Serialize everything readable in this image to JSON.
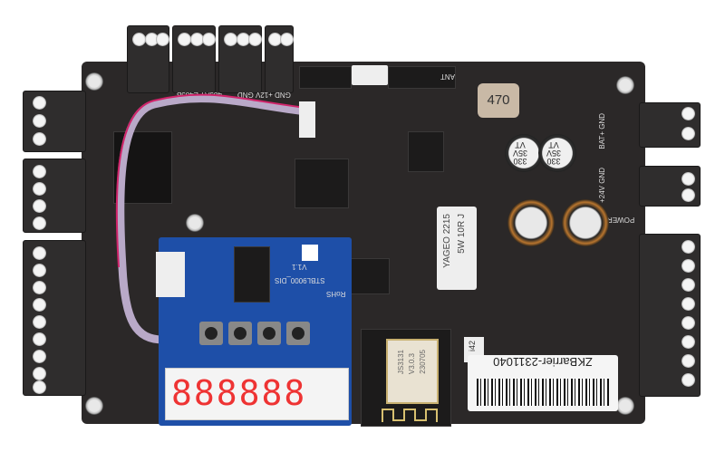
{
  "board": {
    "top_labels": [
      "485A PE485B",
      "GND +12V GND",
      "ANT"
    ],
    "right_labels": [
      "BAT+ GND",
      "+24V GND",
      "POWER"
    ],
    "inductor": "470",
    "caps": [
      {
        "line1": "330",
        "line2": "35V",
        "line3": "VT"
      },
      {
        "line1": "330",
        "line2": "35V",
        "line3": "VT"
      }
    ],
    "resistor": {
      "line1": "YAGEO 2215",
      "line2": "5W 10R J"
    }
  },
  "display_board": {
    "model": "STBL9000_DIS",
    "version": "V1.1",
    "rohs": "RoHS",
    "digits": "888888",
    "color": "#1e4fa8"
  },
  "module": {
    "line1": "JS3131",
    "line2": "V3.0.3",
    "line3": "230705"
  },
  "label": {
    "text": "ZKBarrier-2311040",
    "tag": "i42"
  }
}
